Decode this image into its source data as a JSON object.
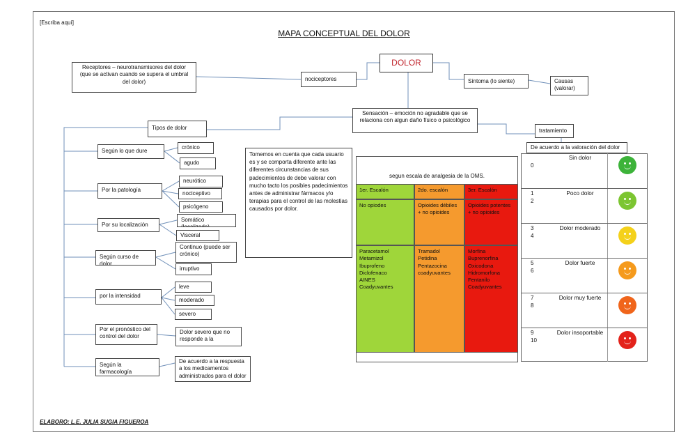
{
  "header": {
    "placeholder": "[Escriba aquí]",
    "title": "MAPA CONCEPTUAL DEL DOLOR"
  },
  "center": {
    "dolor": "DOLOR"
  },
  "receptores": "Receptores – neurotransmisores del dolor (que se activan cuando se supera el umbral del dolor)",
  "nociceptores": "nociceptores",
  "sintoma": "Síntoma (lo siente)",
  "causas": "Causas (valorar)",
  "sensacion": "Sensación – emoción no agradable que se relaciona con algun daño físico o psicológico",
  "tratamiento": "tratamiento",
  "valoracion": "De acuerdo a la valoración del dolor",
  "tipos": "Tipos de dolor",
  "categories": [
    {
      "label": "Según lo que dure",
      "items": [
        "crónico",
        "agudo"
      ]
    },
    {
      "label": "Por la patología",
      "items": [
        "neurótico",
        "nociceptivo",
        "psicógeno"
      ]
    },
    {
      "label": "Por su localización",
      "items": [
        "Somático (localizado)",
        "Visceral"
      ]
    },
    {
      "label": "Según curso de dolor",
      "items": [
        "Continuo (puede ser crónico)",
        "irruptivo"
      ]
    },
    {
      "label": "por la intensidad",
      "items": [
        "leve",
        "moderado",
        "severo"
      ]
    },
    {
      "label": "Por el pronóstico del control del dolor",
      "items": [
        "Dolor severo que no responde a la"
      ]
    },
    {
      "label": "Según la farmacología",
      "items": [
        "De acuerdo a la respuesta a los medicamentos administrados para el dolor"
      ]
    }
  ],
  "note": "Tomemos en cuenta que cada usuario es y se comporta diferente ante las diferentes circunstancias de sus padecimientos de debe valorar con mucho tacto los posibles padecimientos antes de administrar fármacos y/o terapias para el control de las molestias causados por dolor.",
  "oms": {
    "title": "segun escala de analgesia de la OMS.",
    "columns": [
      {
        "header": "1er. Escalón",
        "row1": "No opiodes",
        "row2": "Paracetamol\nMetamizol\nIbuprofeno\nDiclofenaco\nAINES\nCoadyuvantes",
        "color": "#9fd63a"
      },
      {
        "header": "2do. escalón",
        "row1": "Opioides débiles + no opioides",
        "row2": "Tramadol\nPetidina\nPentazocina\ncoadyuvantes",
        "color": "#f59a2e"
      },
      {
        "header": "3er. Escalón",
        "row1": "Opioides potentes + no opioides",
        "row2": "Morfina\nBuprenorfina\nOxicodona\nHidromorfona\nFentanilo\nCoadyuvantes",
        "color": "#e8190f"
      }
    ]
  },
  "pain_scale": [
    {
      "nums": "0",
      "label": "Sin dolor",
      "color": "#3db33a"
    },
    {
      "nums": "1\n2",
      "label": "Poco dolor",
      "color": "#7cc531"
    },
    {
      "nums": "3\n4",
      "label": "Dolor moderado",
      "color": "#f4d11b"
    },
    {
      "nums": "5\n6",
      "label": "Dolor fuerte",
      "color": "#f59a1c"
    },
    {
      "nums": "7\n8",
      "label": "Dolor muy fuerte",
      "color": "#f0651b"
    },
    {
      "nums": "9\n10",
      "label": "Dolor insoportable",
      "color": "#e3231b"
    }
  ],
  "footer": "ELABORO: L.E. JULIA SUGIA FIGUEROA"
}
